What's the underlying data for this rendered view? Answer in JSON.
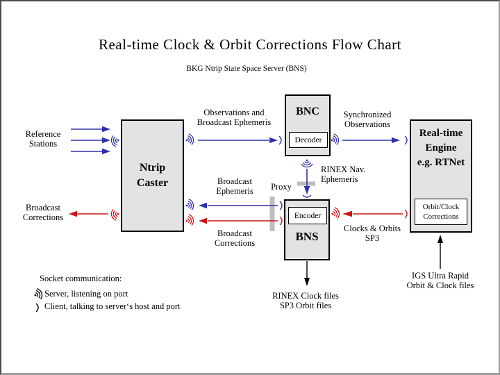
{
  "title": "Real-time Clock & Orbit Corrections Flow Chart",
  "subtitle": "BKG Ntrip State Space Server (BNS)",
  "boxes": {
    "ntrip_caster": "Ntrip\nCaster",
    "bnc": "BNC",
    "decoder": "Decoder",
    "bns": "BNS",
    "encoder": "Encoder",
    "rt_engine": "Real-time\nEngine\ne.g. RTNet",
    "orbit_clock": "Orbit/Clock\nCorrections"
  },
  "labels": {
    "reference_stations": "Reference\nStations",
    "broadcast_corrections_left": "Broadcast\nCorrections",
    "observations_ephemeris": "Observations and\nBroadcast Ephemeris",
    "synchronized_observations": "Synchronized\nObservations",
    "rinex_nav_ephemeris": "RINEX Nav.\nEphemeris",
    "proxy": "Proxy",
    "broadcast_ephemeris_mid": "Broadcast\nEphemeris",
    "broadcast_corrections_mid": "Broadcast\nCorrections",
    "clocks_orbits": "Clocks & Orbits\nSP3",
    "rinex_clock_files": "RINEX Clock files\nSP3 Orbit files",
    "igs_files": "IGS Ultra Rapid\nOrbit & Clock files"
  },
  "legend": {
    "title": "Socket communication:",
    "server": "Server, listening on port",
    "client": "Client, talking to server‘s host and port"
  },
  "colors": {
    "blue": "#3030ad",
    "red": "#cc1414",
    "box_fill": "#e3e3e3",
    "proxy_bar": "#bdbdbd"
  }
}
